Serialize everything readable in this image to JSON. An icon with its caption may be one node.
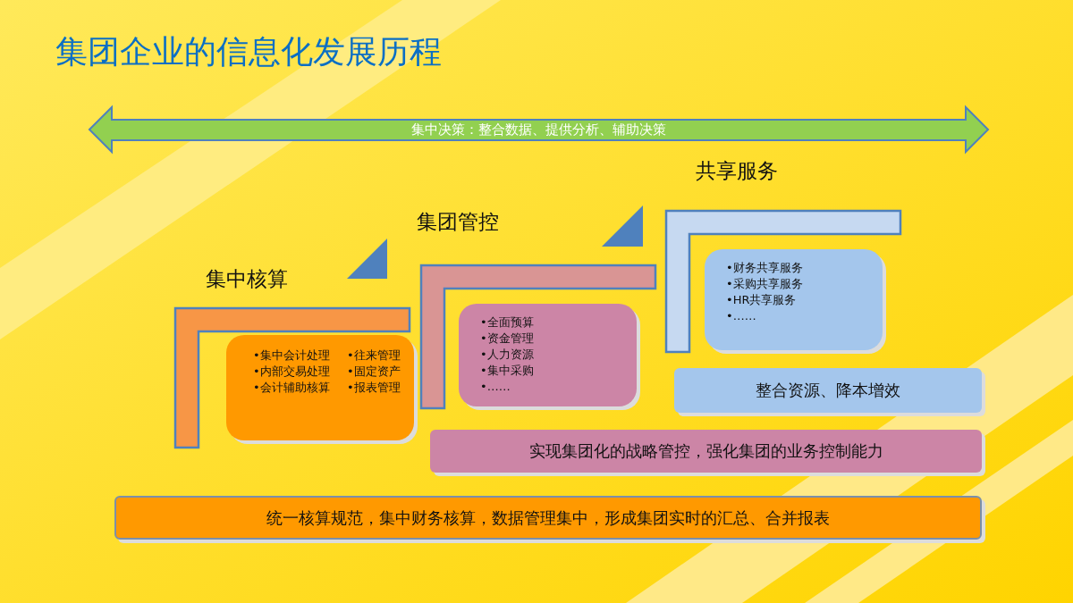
{
  "diagram": {
    "title": "集团企业的信息化发展历程",
    "nodes": [
      {
        "text": [
          "集中决策：整合数据、提供分析、辅助决策"
        ]
      },
      {
        "text": [
          "集中核算"
        ]
      },
      {
        "text": [
          "•集中会计处理",
          "•内部交易处理",
          "•会计辅助核算",
          "•往来管理",
          "•固定资产",
          "•报表管理"
        ]
      },
      {
        "text": [
          "集团管控"
        ]
      },
      {
        "text": [
          "•全面预算",
          "•资金管理",
          "•人力资源",
          "•集中采购",
          "•……"
        ]
      },
      {
        "text": [
          "共享服务"
        ]
      },
      {
        "text": [
          "•财务共享服务",
          "•采购共享服务",
          "•HR共享服务",
          "•……"
        ]
      },
      {
        "text": [
          "整合资源、降本增效"
        ]
      },
      {
        "text": [
          "实现集团化的战略管控，强化集团的业务控制能力"
        ]
      },
      {
        "text": [
          "统一核算规范，集中财务核算，数据管理集中，形成集团实时的汇总、合并报表"
        ]
      }
    ],
    "edges": []
  }
}
